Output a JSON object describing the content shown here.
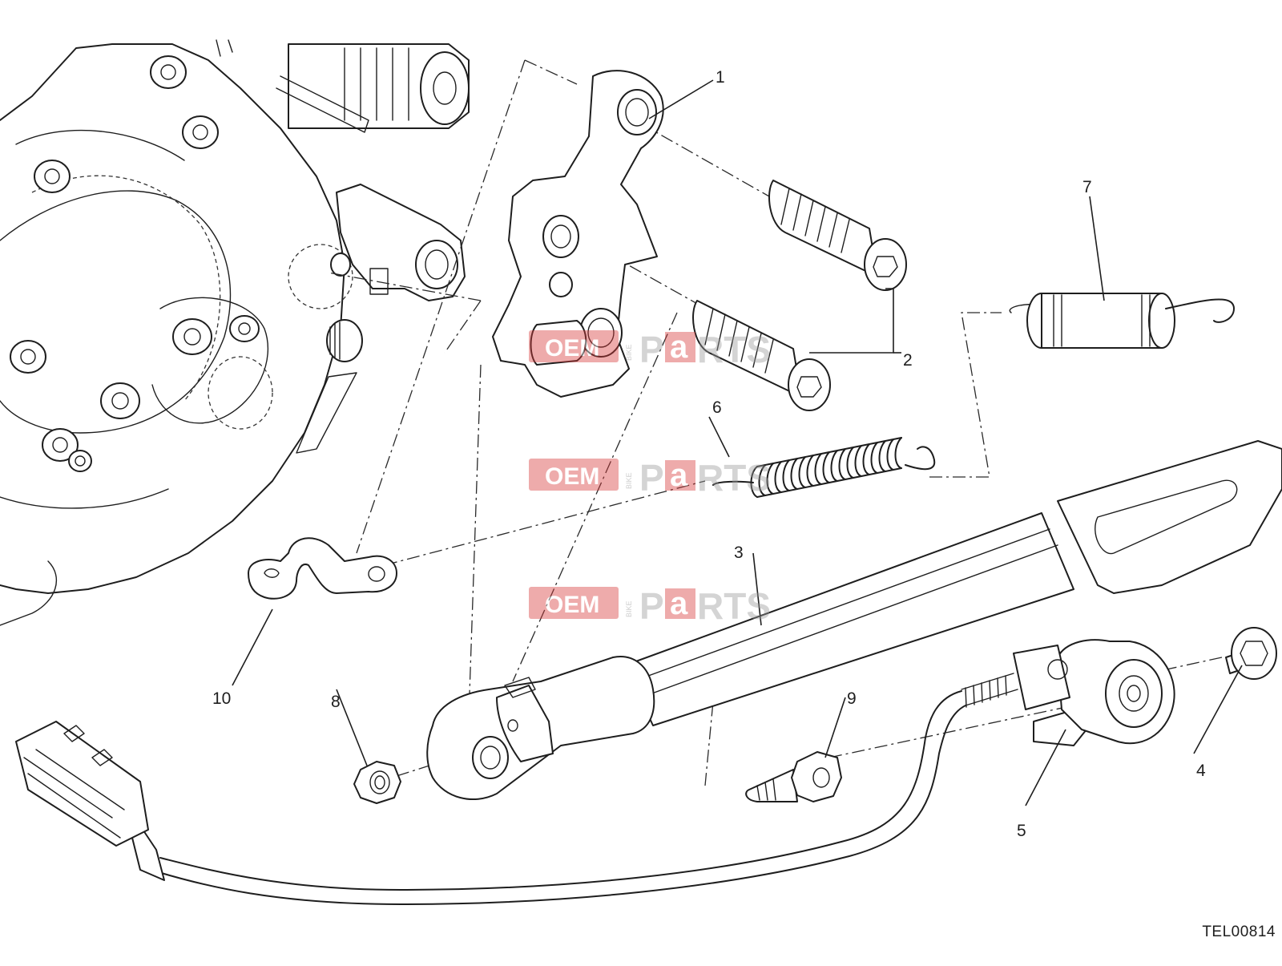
{
  "diagram": {
    "reference_code": "TEL00814",
    "callouts": [
      {
        "id": "1",
        "label": "1"
      },
      {
        "id": "2",
        "label": "2"
      },
      {
        "id": "3",
        "label": "3"
      },
      {
        "id": "4",
        "label": "4"
      },
      {
        "id": "5",
        "label": "5"
      },
      {
        "id": "6",
        "label": "6"
      },
      {
        "id": "7",
        "label": "7"
      },
      {
        "id": "8",
        "label": "8"
      },
      {
        "id": "9",
        "label": "9"
      },
      {
        "id": "10",
        "label": "10"
      }
    ],
    "watermark": {
      "brand_left": "OEM",
      "brand_small": "BIKE",
      "brand_right_1": "P",
      "brand_right_2": "a",
      "brand_right_3": "RTS",
      "color_red": "#d93a3a",
      "color_gray": "#9a9a9a"
    }
  }
}
